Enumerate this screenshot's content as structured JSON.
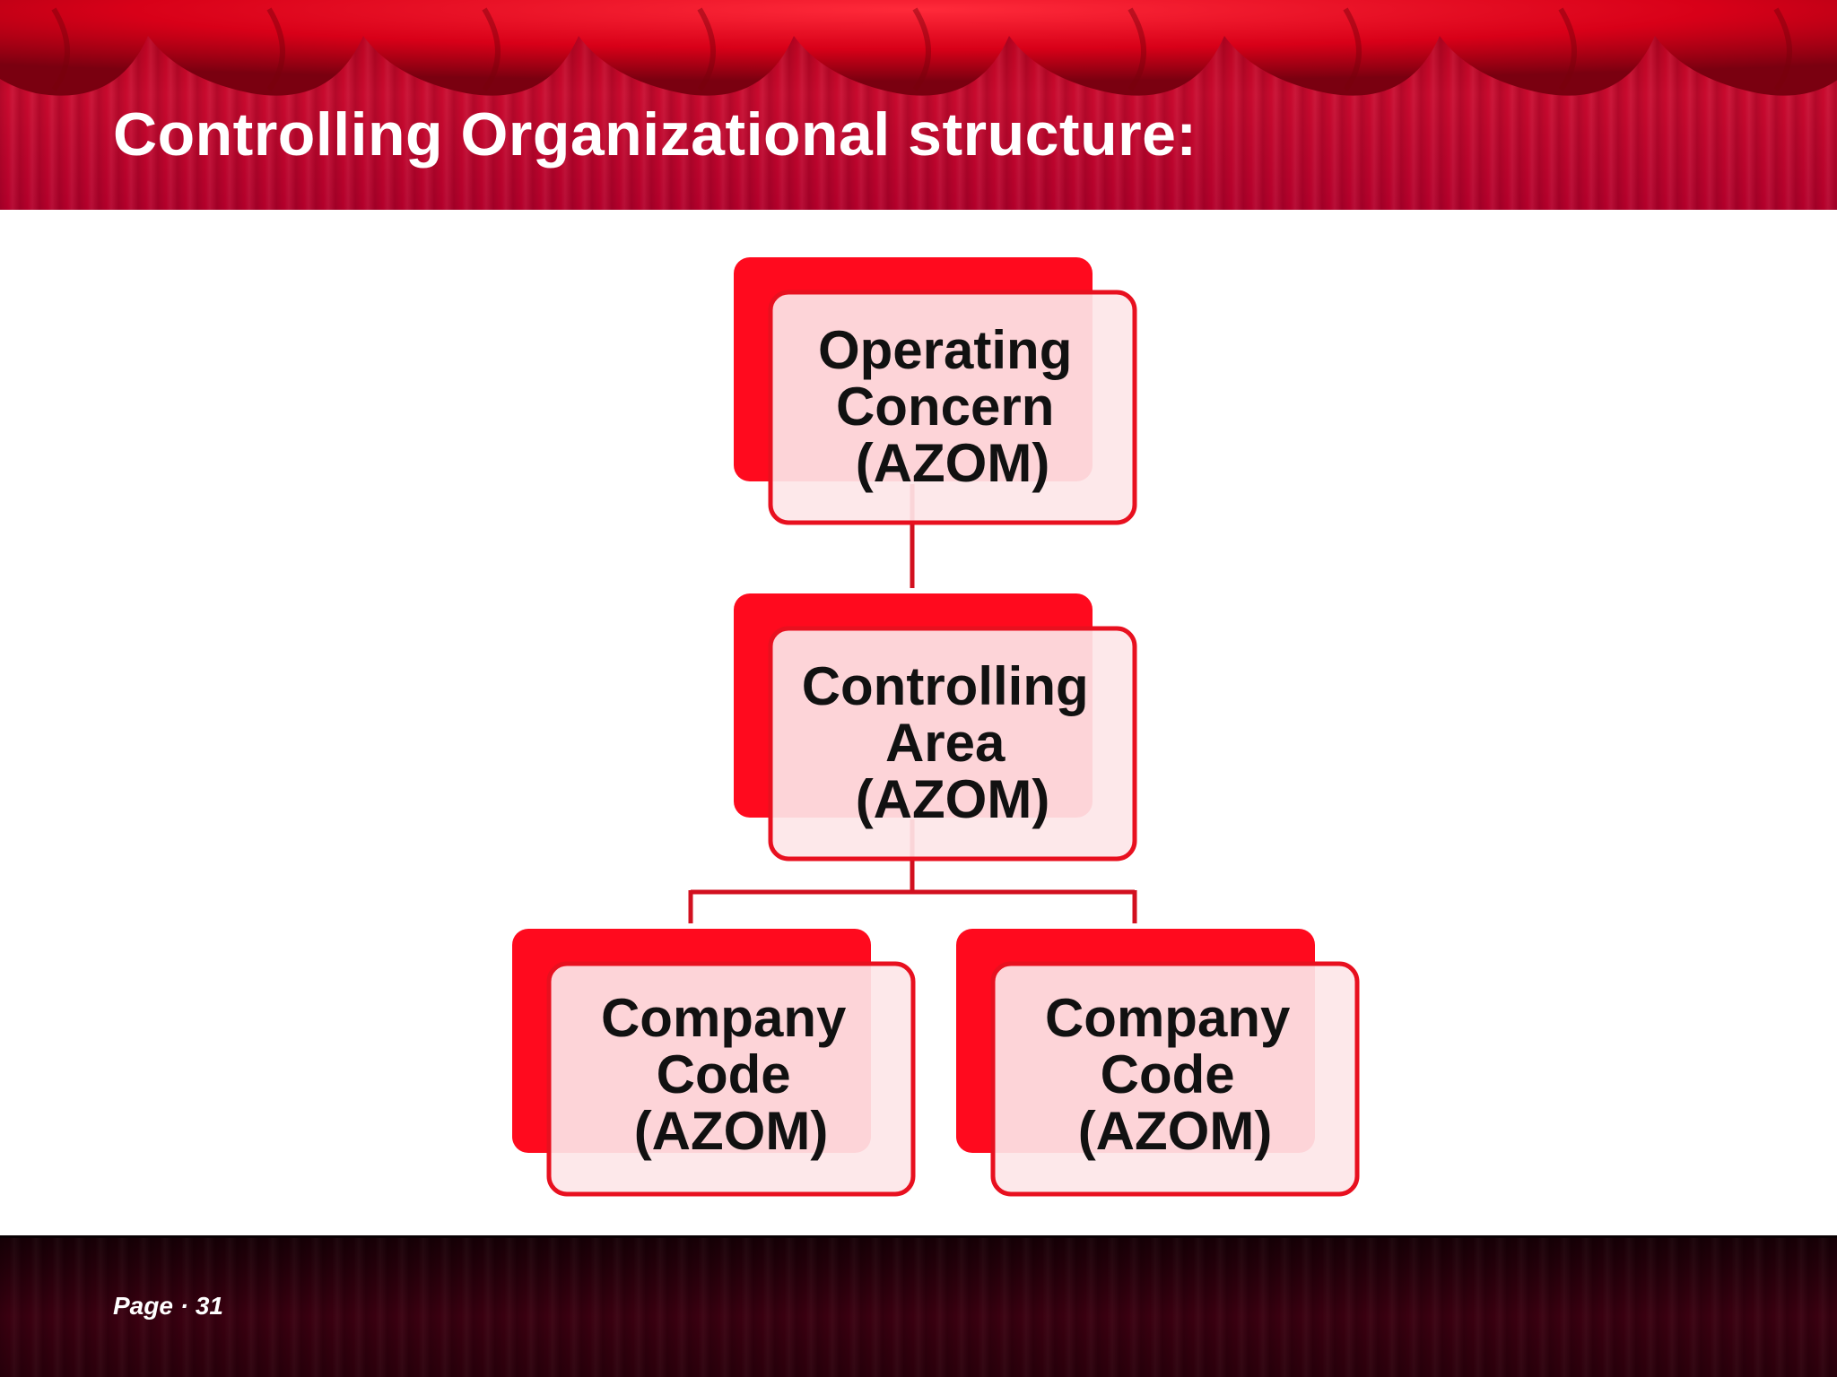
{
  "slide": {
    "title": "Controlling Organizational structure:",
    "page_label": "Page",
    "page_separator": "·",
    "page_number": "31"
  },
  "colors": {
    "accent_red": "#ff0a1e",
    "node_fill": "#fde6e8",
    "connector": "#d2101f",
    "header": "#c80a2e",
    "footer": "#2a000b"
  },
  "diagram": {
    "nodes": [
      {
        "id": "operating-concern",
        "lines": [
          "Operating",
          "Concern",
          "(AZOM)"
        ]
      },
      {
        "id": "controlling-area",
        "lines": [
          "Controlling",
          "Area",
          "(AZOM)"
        ]
      },
      {
        "id": "company-code-1",
        "lines": [
          "Company",
          "Code",
          "(AZOM)"
        ]
      },
      {
        "id": "company-code-2",
        "lines": [
          "Company",
          "Code",
          "(AZOM)"
        ]
      }
    ],
    "edges": [
      {
        "from": "operating-concern",
        "to": "controlling-area"
      },
      {
        "from": "controlling-area",
        "to": "company-code-1"
      },
      {
        "from": "controlling-area",
        "to": "company-code-2"
      }
    ]
  }
}
